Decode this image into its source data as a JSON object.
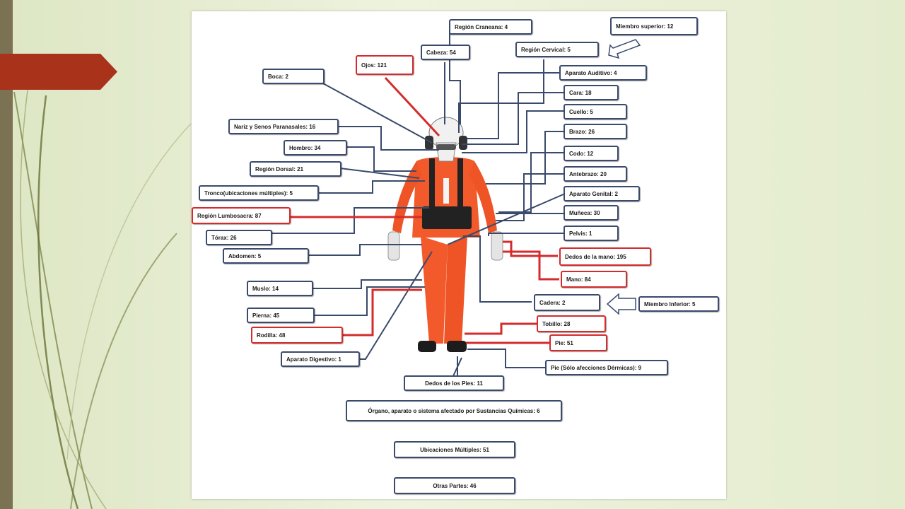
{
  "theme": {
    "navy": "#3a4a6b",
    "red": "#d42b2b",
    "suit": "#f2592b",
    "tab": "#a8321a"
  },
  "labels": {
    "craneana": "Región  Craneana: 4",
    "miembro_superior": "Miembro superior: 12",
    "cabeza": "Cabeza: 54",
    "cervical": "Región  Cervical: 5",
    "ojos": "Ojos: 121",
    "boca": "Boca: 2",
    "auditivo": "Aparato Auditivo: 4",
    "cara": "Cara: 18",
    "cuello": "Cuello: 5",
    "nariz": "Nariz y Senos Paranasales: 16",
    "brazo": "Brazo: 26",
    "hombro": "Hombro: 34",
    "codo": "Codo: 12",
    "dorsal": "Región Dorsal: 21",
    "antebrazo": "Antebrazo: 20",
    "tronco": "Tronco(ubicaciones múltiples): 5",
    "genital": "Aparato Genital: 2",
    "lumbosacra": "Región Lumbosacra: 87",
    "muneca": "Muñeca: 30",
    "torax": "Tórax: 26",
    "pelvis": "Pelvis: 1",
    "abdomen": "Abdomen: 5",
    "dedos_mano": "Dedos  de la mano: 195",
    "mano": "Mano: 84",
    "muslo": "Muslo: 14",
    "cadera": "Cadera: 2",
    "miembro_inferior": "Miembro Inferior: 5",
    "pierna": "Pierna: 45",
    "tobillo": "Tobillo: 28",
    "rodilla": "Rodilla: 48",
    "pie": "Pie: 51",
    "digestivo": "Aparato Digestivo: 1",
    "pie_dermicas": "Pie (Sólo afecciones Dérmicas): 9",
    "dedos_pies": "Dedos de los Pies: 11",
    "quimicas": "Órgano, aparato o sistema afectado por Sustancias Químicas: 6",
    "multiples": "Ubicaciones Múltiples: 51",
    "otras": "Otras Partes: 46"
  }
}
